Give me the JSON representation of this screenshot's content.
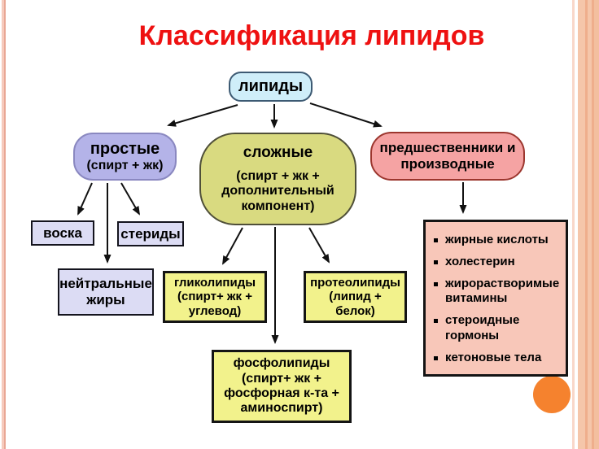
{
  "slide": {
    "title": "Классификация липидов"
  },
  "colors": {
    "title_red": "#ee1111",
    "root_fill": "#cfeef9",
    "simple_fill": "#b4b3e8",
    "complex_fill": "#d9da80",
    "precursor_fill": "#f5a3a3",
    "lavender_fill": "#dcdcf4",
    "yellow_fill": "#f2f28c",
    "pink_list_fill": "#f8c7b9",
    "arrow_black": "#111111",
    "decorative_circle_orange": "#f5822e",
    "frame_peach": "#f5c6aa"
  },
  "nodes": {
    "root": {
      "label": "липиды"
    },
    "simple": {
      "label": "простые",
      "sub": "(спирт + жк)"
    },
    "complex": {
      "label": "сложные",
      "sub": "(спирт + жк + дополнительный компонент)"
    },
    "precursors": {
      "label": "предшественники и производные"
    },
    "waxes": {
      "label": "воска"
    },
    "sterids": {
      "label": "стериды"
    },
    "neutral_fats": {
      "label": "нейтральные жиры"
    },
    "glycolipids": {
      "label": "гликолипиды",
      "sub": "(спирт+ жк + углевод)"
    },
    "proteolipids": {
      "label": "протеолипиды",
      "sub": "(липид + белок)"
    },
    "phospholipids": {
      "label": "фосфолипиды",
      "sub": "(спирт+ жк + фосфорная к-та + аминоспирт)"
    }
  },
  "precursors_list": {
    "items": [
      "жирные кислоты",
      "холестерин",
      "жирорастворимые витамины",
      "стероидные гормоны",
      "кетоновые тела"
    ]
  }
}
